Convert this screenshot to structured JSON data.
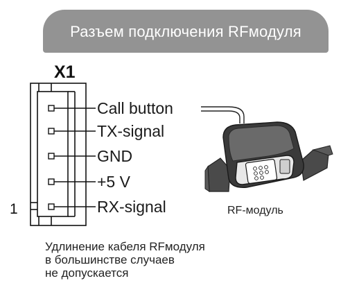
{
  "banner": {
    "title": "Разъем подключения RFмодуля"
  },
  "connector": {
    "label": "X1",
    "pin_one_label": "1",
    "pins": [
      {
        "label": "Call button"
      },
      {
        "label": "TX-signal"
      },
      {
        "label": "GND"
      },
      {
        "label": "+5 V"
      },
      {
        "label": "RX-signal"
      }
    ]
  },
  "module": {
    "label": "RF-модуль"
  },
  "note": {
    "lines": [
      "Удлинение кабеля  RFмодуля",
      "в большинстве случаев",
      "не допускается"
    ]
  },
  "colors": {
    "banner": "#939393",
    "module_body": "#3a3a3a",
    "module_top": "#6a6a6a",
    "text": "#1a1a1a"
  }
}
